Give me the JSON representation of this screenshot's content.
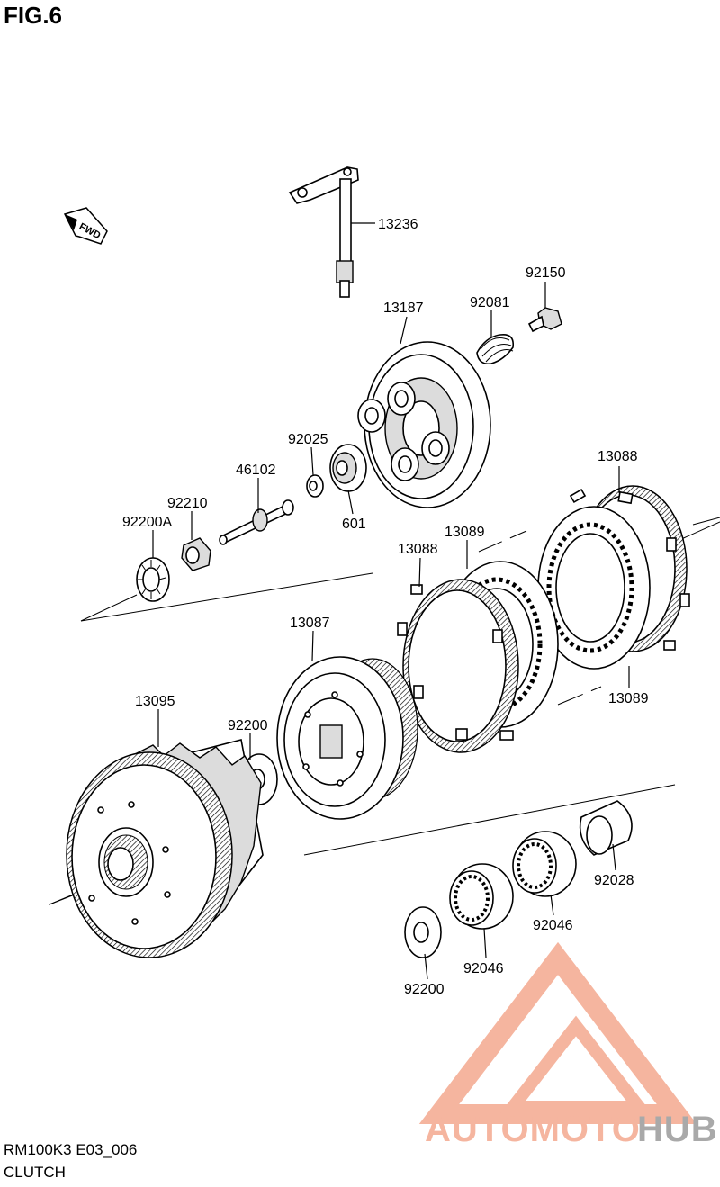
{
  "figure": {
    "title": "FIG.6",
    "code": "RM100K3 E03_006",
    "name": "CLUTCH"
  },
  "direction_tag": "FWD",
  "parts": [
    {
      "id": "p13236",
      "number": "13236"
    },
    {
      "id": "p92150",
      "number": "92150"
    },
    {
      "id": "p92081",
      "number": "92081"
    },
    {
      "id": "p13187",
      "number": "13187"
    },
    {
      "id": "p92025",
      "number": "92025"
    },
    {
      "id": "p46102",
      "number": "46102"
    },
    {
      "id": "p92210",
      "number": "92210"
    },
    {
      "id": "p92200A",
      "number": "92200A"
    },
    {
      "id": "p601",
      "number": "601"
    },
    {
      "id": "p13088a",
      "number": "13088"
    },
    {
      "id": "p13089a",
      "number": "13089"
    },
    {
      "id": "p13088b",
      "number": "13088"
    },
    {
      "id": "p13089b",
      "number": "13089"
    },
    {
      "id": "p13087",
      "number": "13087"
    },
    {
      "id": "p13095",
      "number": "13095"
    },
    {
      "id": "p92200a",
      "number": "92200"
    },
    {
      "id": "p92028",
      "number": "92028"
    },
    {
      "id": "p92046a",
      "number": "92046"
    },
    {
      "id": "p92046b",
      "number": "92046"
    },
    {
      "id": "p92200b",
      "number": "92200"
    }
  ],
  "watermark": {
    "word1": "AUTOMOTO",
    "word2": "HUB",
    "color_primary": "#f4a98f",
    "color_secondary": "#9b9b9b"
  }
}
